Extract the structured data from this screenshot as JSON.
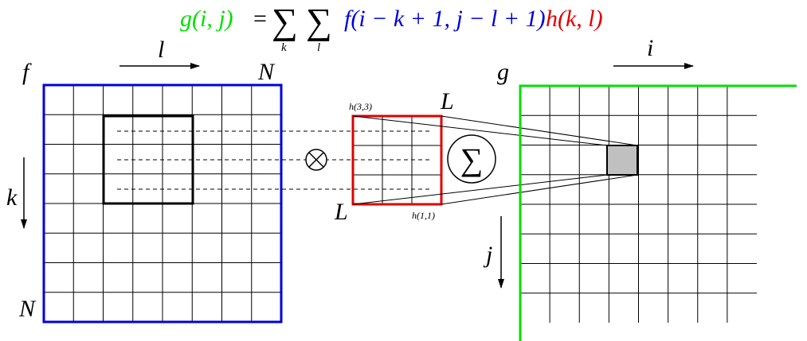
{
  "formula": {
    "lhs": "g(i, j)",
    "equals": "=",
    "sum1": "∑",
    "sum1_index": "k",
    "sum2": "∑",
    "sum2_index": "l",
    "f_term": "f(i − k + 1, j − l + 1)",
    "h_term": "h(k, l)"
  },
  "labels": {
    "f": "f",
    "N_top": "N",
    "l_axis": "l",
    "k_axis": "k",
    "N_left": "N",
    "g": "g",
    "i_axis": "i",
    "j_axis": "j",
    "L_top": "L",
    "L_bottom": "L",
    "h33": "h(3,3)",
    "h11": "h(1,1)",
    "convolve_symbol": "⊗",
    "sum_symbol": "∑"
  },
  "colors": {
    "green": "#00e000",
    "blue": "#0000dd",
    "red": "#e00000",
    "black": "#000000",
    "gray": "#c0c0c0"
  },
  "grid": {
    "f_cells": 8,
    "h_cells": 3,
    "g_cells": 8
  }
}
